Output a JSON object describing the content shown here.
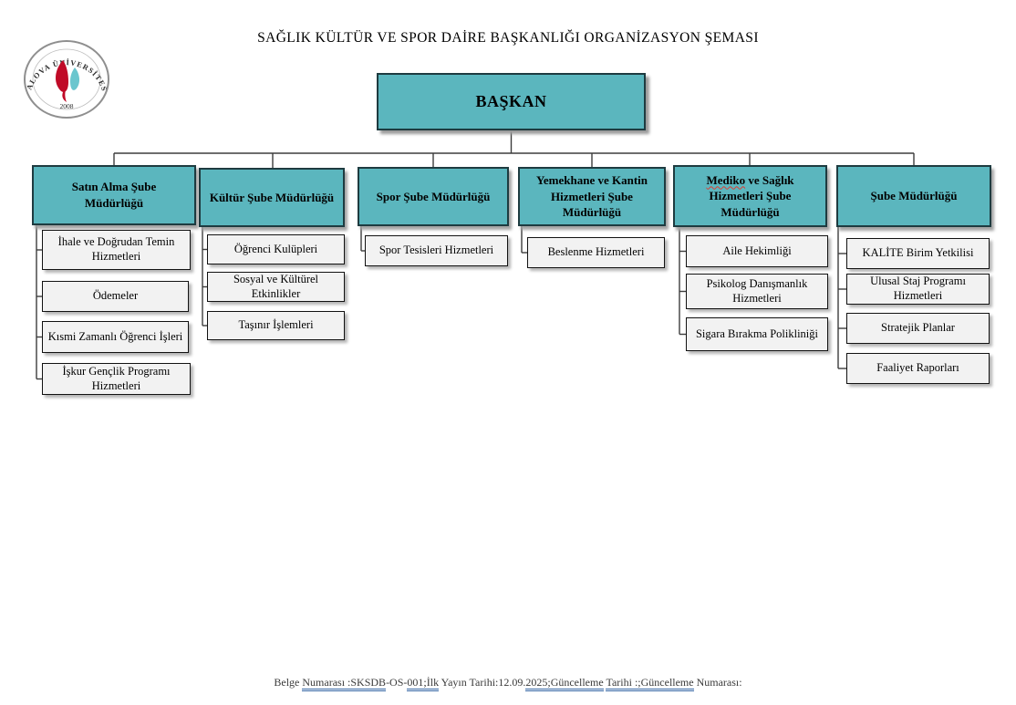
{
  "page": {
    "title": "SAĞLIK KÜLTÜR VE SPOR DAİRE BAŞKANLIĞI ORGANİZASYON ŞEMASI"
  },
  "logo": {
    "university": "YALOVA ÜNİVERSİTESİ",
    "year": "2008"
  },
  "chart_data": {
    "type": "org-chart",
    "root": "BAŞKAN",
    "departments": [
      {
        "label": "Satın Alma Şube Müdürlüğü",
        "children": [
          "İhale ve Doğrudan Temin Hizmetleri",
          "Ödemeler",
          "Kısmi Zamanlı Öğrenci İşleri",
          "İşkur Gençlik Programı Hizmetleri"
        ]
      },
      {
        "label": "Kültür Şube Müdürlüğü",
        "children": [
          "Öğrenci Kulüpleri",
          "Sosyal ve Kültürel Etkinlikler",
          "Taşınır İşlemleri"
        ]
      },
      {
        "label": "Spor Şube Müdürlüğü",
        "children": [
          "Spor Tesisleri Hizmetleri"
        ]
      },
      {
        "label": "Yemekhane ve Kantin Hizmetleri  Şube Müdürlüğü",
        "children": [
          "Beslenme Hizmetleri"
        ]
      },
      {
        "label": "Mediko ve Sağlık Hizmetleri Şube Müdürlüğü",
        "label_parts": {
          "misspelled": "Mediko",
          "rest": " ve Sağlık Hizmetleri Şube Müdürlüğü"
        },
        "children": [
          "Aile Hekimliği",
          "Psikolog Danışmanlık Hizmetleri",
          "Sigara Bırakma Polikliniği"
        ]
      },
      {
        "label": "Şube  Müdürlüğü",
        "children": [
          "KALİTE Birim Yetkilisi",
          "Ulusal Staj Programı Hizmetleri",
          "Stratejik Planlar",
          "Faaliyet Raporları"
        ]
      }
    ]
  },
  "footer": {
    "segments": [
      {
        "text": "Belge ",
        "underline": false
      },
      {
        "text": "Numarası :SKSDB",
        "underline": true
      },
      {
        "text": "-OS-",
        "underline": false
      },
      {
        "text": "001;İlk",
        "underline": true
      },
      {
        "text": " Yayın Tarihi:12.09.",
        "underline": false
      },
      {
        "text": "2025;Güncelleme",
        "underline": true
      },
      {
        "text": " ",
        "underline": false
      },
      {
        "text": "Tarihi :;Güncelleme",
        "underline": true
      },
      {
        "text": " Numarası:",
        "underline": false
      }
    ]
  },
  "colors": {
    "box_fill": "#5BB6BE",
    "box_border": "#1E3B40",
    "subbox_fill": "#F2F2F2",
    "connector": "#3D3D3D",
    "misspell_underline": "#E03C31",
    "grammar_underline": "#3465A4",
    "logo_red": "#C00A27",
    "logo_teal": "#6BC6CE"
  }
}
